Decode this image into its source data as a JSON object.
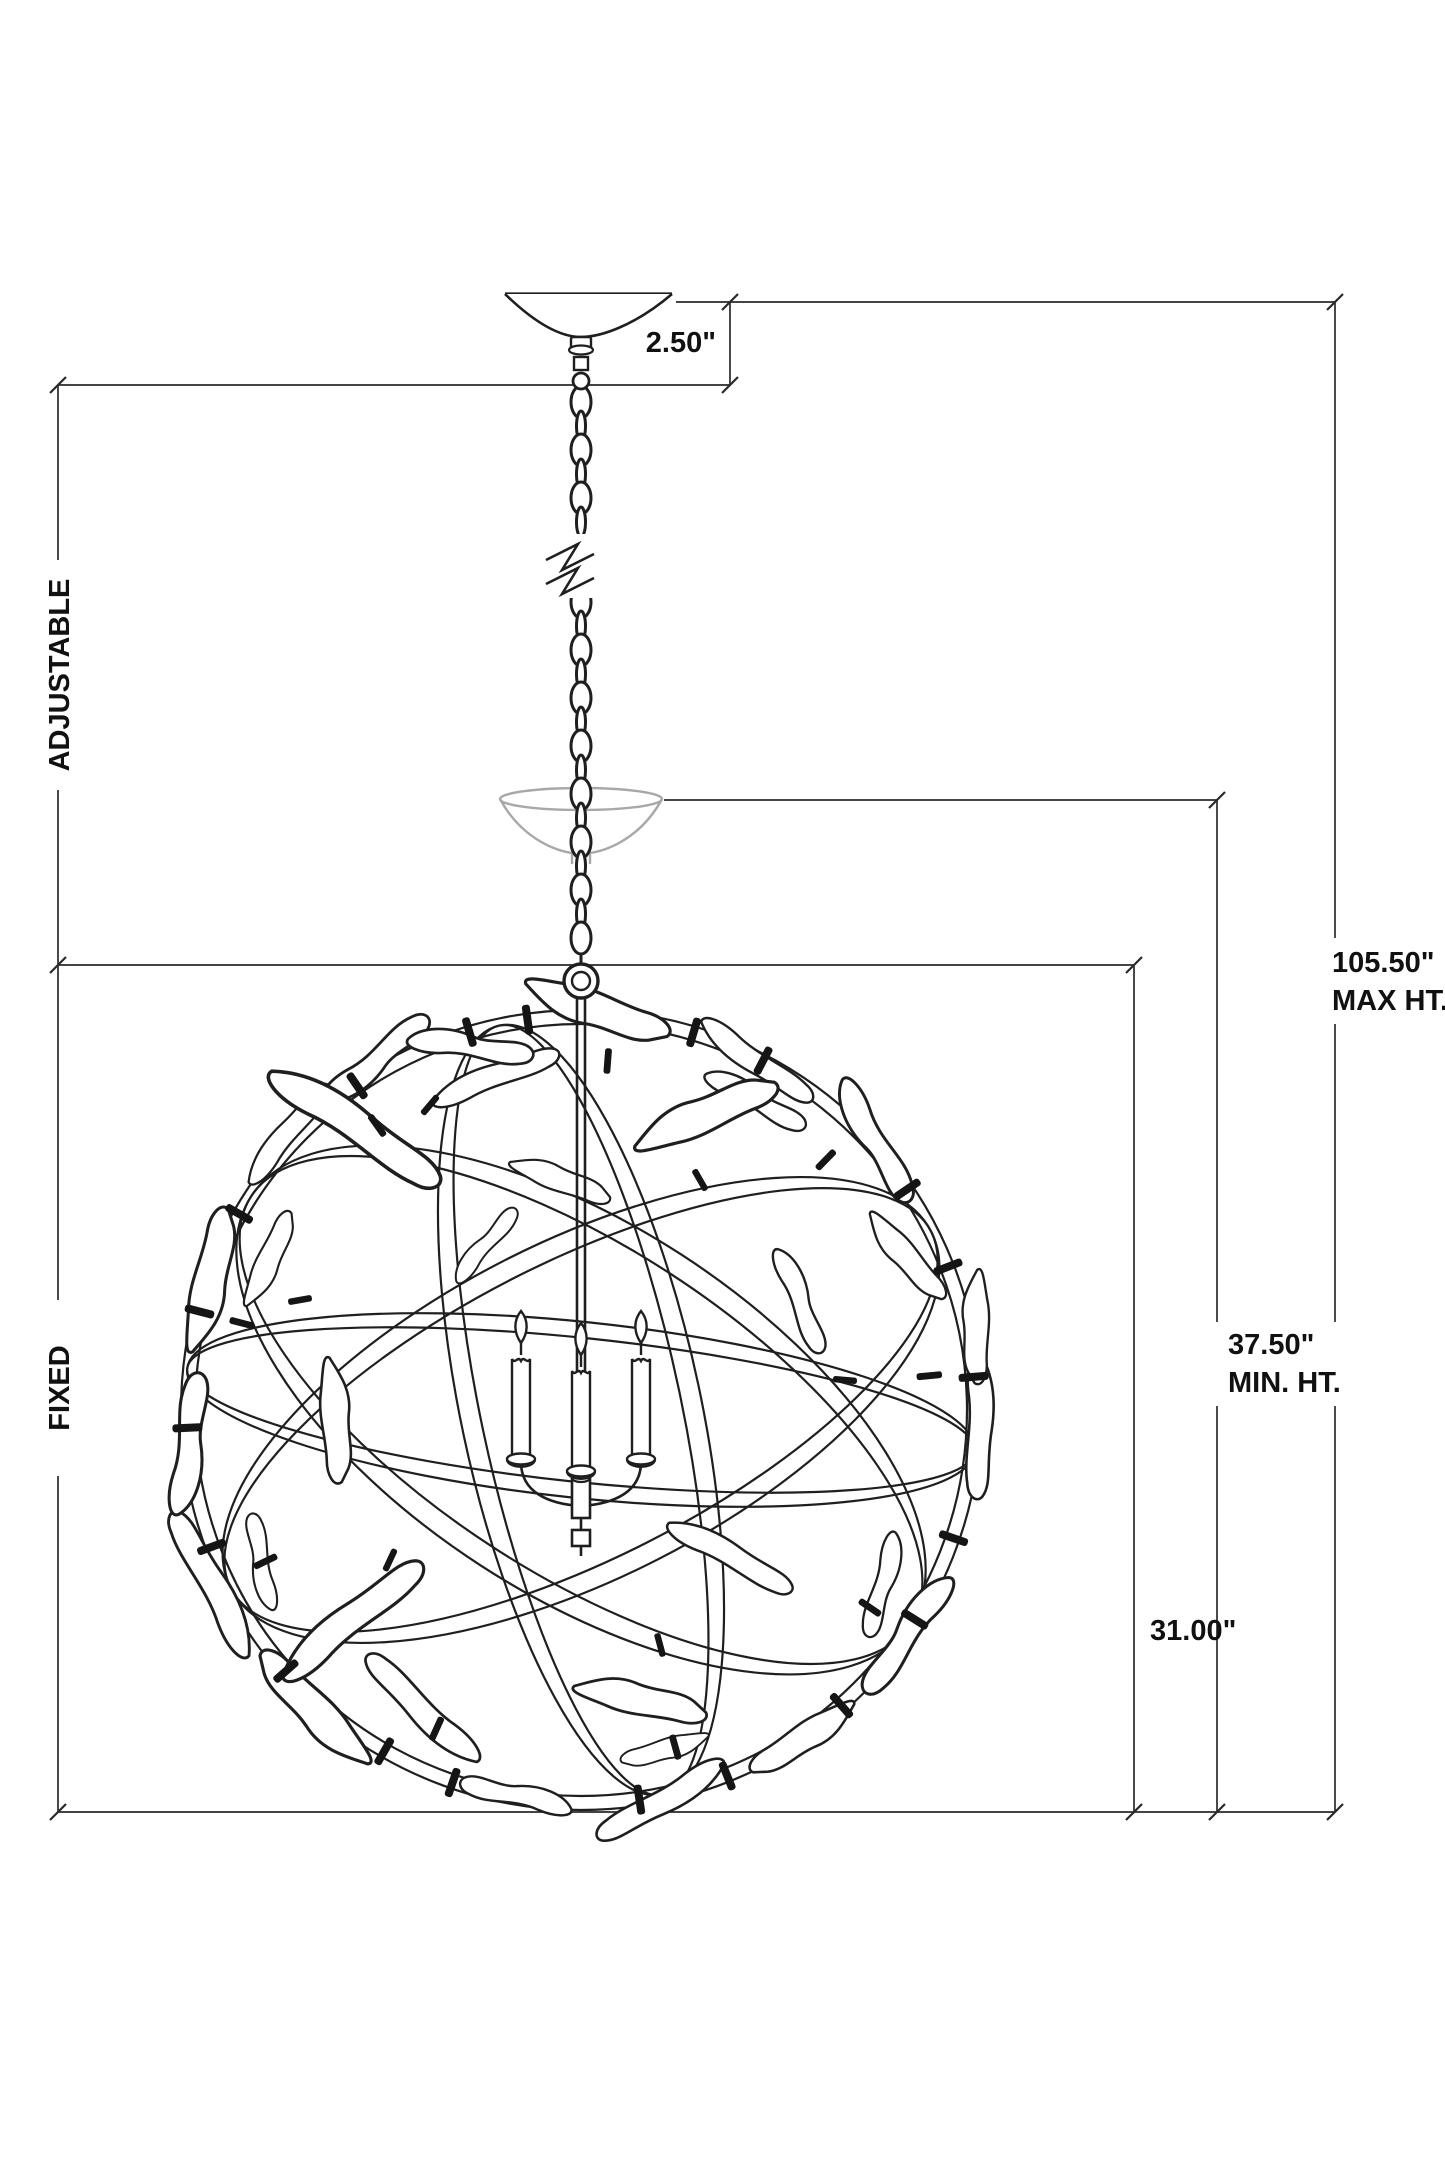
{
  "labels": {
    "canopy_height": "2.50\"",
    "adjustable": "ADJUSTABLE",
    "fixed": "FIXED",
    "max_height_value": "105.50\"",
    "max_height_caption": "MAX HT.",
    "min_height_value": "37.50\"",
    "min_height_caption": "MIN. HT.",
    "fixture_height": "31.00\""
  },
  "colors": {
    "ink": "#1f1f1f",
    "dimension_line": "#2a2a2a",
    "ghost_canopy": "#a8a8a8",
    "background": "#ffffff"
  }
}
